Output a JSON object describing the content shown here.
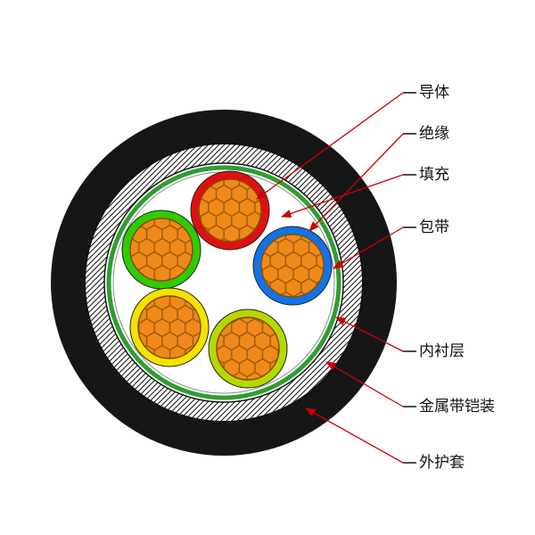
{
  "labels": [
    {
      "id": "conductor",
      "text": "导体"
    },
    {
      "id": "insulation",
      "text": "绝缘"
    },
    {
      "id": "filling",
      "text": "填充"
    },
    {
      "id": "binding-tape",
      "text": "包带"
    },
    {
      "id": "inner-lining",
      "text": "内衬层"
    },
    {
      "id": "metal-tape-armor",
      "text": "金属带铠装"
    },
    {
      "id": "outer-sheath",
      "text": "外护套"
    }
  ],
  "colors": {
    "leader_line": "#cc0000",
    "outer_sheath": "#161616",
    "inner_lining_ring": "#2f9e2f",
    "conductor_fill": "#ef8a1a",
    "core_insulations": [
      "#e01010",
      "#2ecc00",
      "#1273e6",
      "#f2e300",
      "#b5d800"
    ]
  }
}
